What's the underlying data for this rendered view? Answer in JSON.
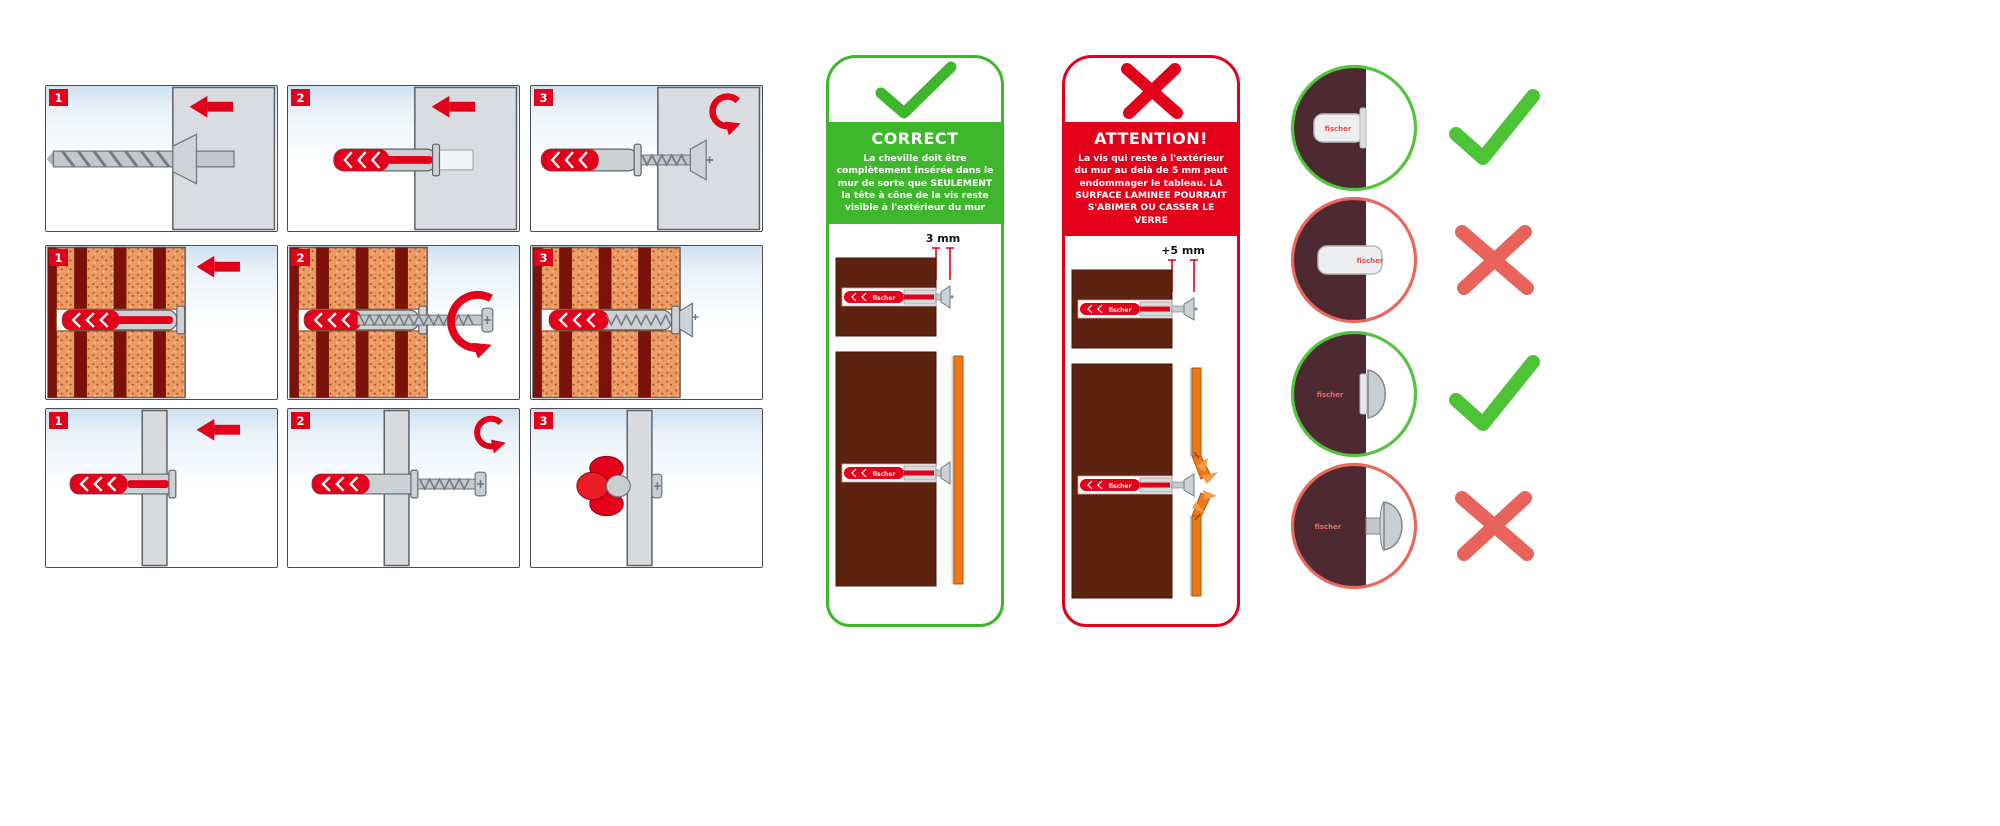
{
  "brand": "fischer",
  "steps": {
    "rows": [
      {
        "wall": "concrete",
        "panels": [
          {
            "num": "1"
          },
          {
            "num": "2"
          },
          {
            "num": "3"
          }
        ]
      },
      {
        "wall": "brick",
        "panels": [
          {
            "num": "1"
          },
          {
            "num": "2"
          },
          {
            "num": "3"
          }
        ]
      },
      {
        "wall": "drywall",
        "panels": [
          {
            "num": "1"
          },
          {
            "num": "2"
          },
          {
            "num": "3"
          }
        ]
      }
    ]
  },
  "correct_panel": {
    "title": "CORRECT",
    "body": "La cheville doit être complètement insérée dans le mur de sorte que SEULEMENT la tête à cône de la vis reste visible à l'extérieur du mur",
    "measure_label": "3 mm"
  },
  "attention_panel": {
    "title": "ATTENTION!",
    "body": "La vis qui reste à l'extérieur du mur au delà de 5 mm peut endommager le tableau. LA SURFACE LAMINEE POURRAIT S'ABIMER OU CASSER LE VERRE",
    "measure_label": "+5 mm"
  },
  "results": {
    "items": [
      {
        "verdict": "correct"
      },
      {
        "verdict": "wrong"
      },
      {
        "verdict": "correct"
      },
      {
        "verdict": "wrong"
      }
    ]
  },
  "colors": {
    "red": "#e2001a",
    "green": "#3eb72c",
    "soft_red_x": "#e8635a",
    "brown_wall": "#5e2310",
    "maroon_wall": "#4d2a31",
    "orange_panel": "#ee7817",
    "brick_orange": "#eb9a63",
    "brick_stripe": "#7c130a",
    "metal_gray": "#c6cbd0"
  }
}
